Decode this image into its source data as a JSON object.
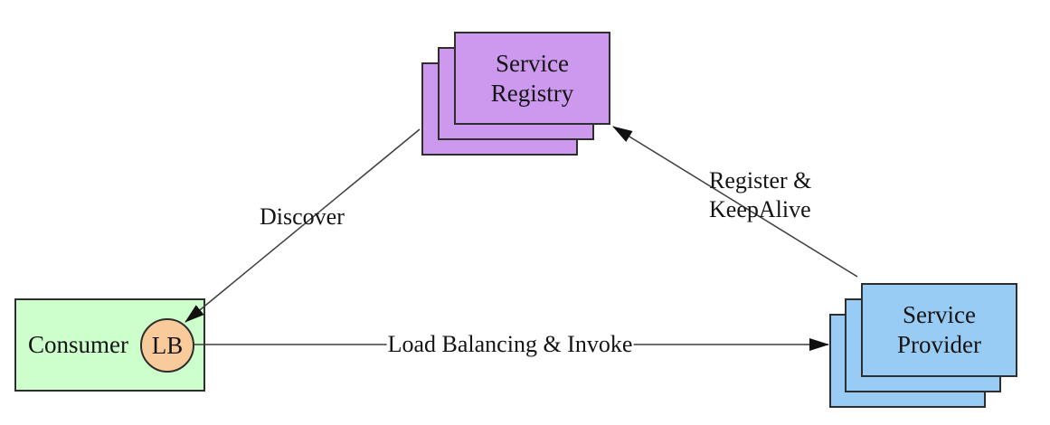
{
  "diagram": {
    "nodes": {
      "registry": {
        "label": "Service Registry",
        "fill": "#cc99ee"
      },
      "consumer": {
        "label": "Consumer",
        "fill": "#ccffcc"
      },
      "lb": {
        "label": "LB",
        "fill": "#f9cb9b"
      },
      "provider": {
        "label": "Service Provider",
        "fill": "#99ccf4"
      }
    },
    "edges": {
      "discover": {
        "label": "Discover"
      },
      "register": {
        "label": "Register & KeepAlive"
      },
      "invoke": {
        "label": "Load Balancing & Invoke"
      }
    },
    "colors": {
      "border": "#2e2e2e",
      "line": "#3d3d3d",
      "arrowhead": "#111111",
      "text": "#141414",
      "background": "#ffffff"
    }
  }
}
